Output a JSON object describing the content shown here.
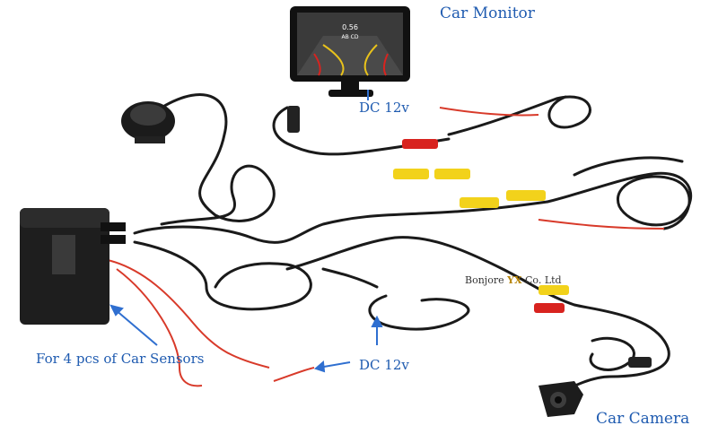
{
  "labels": {
    "car_monitor": "Car Monitor",
    "dc_top": "DC 12v",
    "brand_prefix": "Bonjore",
    "brand_highlight": "YX",
    "brand_suffix": "Co. Ltd",
    "sensors": "For 4 pcs of Car Sensors",
    "dc_bottom": "DC 12v",
    "car_camera": "Car Camera"
  },
  "monitor_screen": {
    "distance": "0.56",
    "sensor_letters": "AB CD"
  },
  "colors": {
    "label_blue": "#1f5bb0",
    "cable_black": "#1a1a1a",
    "rca_yellow": "#f2d21b",
    "rca_red": "#d8231f",
    "wire_red": "#d83a2a",
    "arrow_blue": "#2f6fd0"
  }
}
